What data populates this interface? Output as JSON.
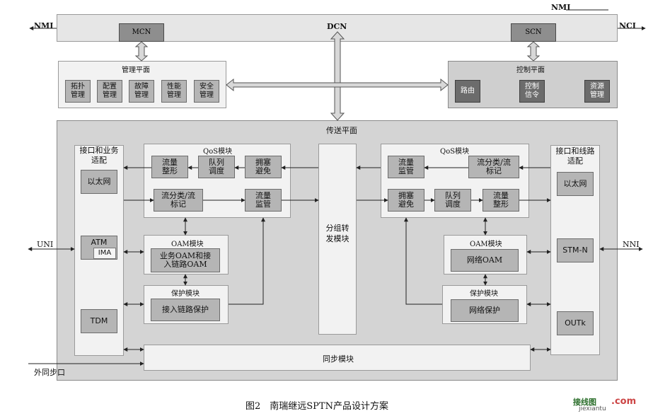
{
  "top": {
    "nmi_left": "NMI",
    "nmi_top": "NMI",
    "nci_right": "NCI",
    "dcn": "DCN",
    "mcn": "MCN",
    "scn": "SCN"
  },
  "mgmt_plane": {
    "title": "管理平面",
    "items": [
      "拓扑管理",
      "配置管理",
      "故障管理",
      "性能管理",
      "安全管理"
    ]
  },
  "ctrl_plane": {
    "title": "控制平面",
    "items": [
      "路由",
      "控制信令",
      "资源管理"
    ]
  },
  "transport": {
    "title": "传送平面",
    "left_adapt": {
      "title": "接口和业务适配",
      "ethernet": "以太网",
      "atm": "ATM",
      "ima": "IMA",
      "tdm": "TDM"
    },
    "right_adapt": {
      "title": "接口和线路适配",
      "ethernet": "以太网",
      "stmn": "STM-N",
      "otuk": "OUTk"
    },
    "left_qos": {
      "title": "QoS模块",
      "shaping": "流量整形",
      "queue": "队列调度",
      "congestion": "拥塞避免",
      "classify": "流分类/流标记",
      "monitor": "流量监管"
    },
    "right_qos": {
      "title": "QoS模块",
      "monitor": "流量监管",
      "classify": "流分类/流标记",
      "congestion": "拥塞避免",
      "queue": "队列调度",
      "shaping": "流量整形"
    },
    "left_oam": {
      "title": "OAM模块",
      "inner": "业务OAM和接入链路OAM"
    },
    "right_oam": {
      "title": "OAM模块",
      "inner": "网络OAM"
    },
    "left_prot": {
      "title": "保护模块",
      "inner": "接入链路保护"
    },
    "right_prot": {
      "title": "保护模块",
      "inner": "网络保护"
    },
    "switch": "分组转发模块",
    "sync": "同步模块"
  },
  "labels": {
    "uni": "UNI",
    "nni": "NNI",
    "ext_sync": "外同步口"
  },
  "caption": "图2　南瑞继远SPTN产品设计方案",
  "watermark": {
    "logo": "接线图",
    "site": "jiexiantu",
    "com": ".com"
  }
}
